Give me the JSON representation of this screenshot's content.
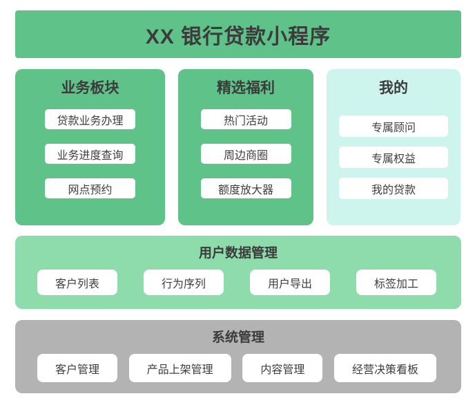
{
  "header": {
    "title": "XX 银行贷款小程序"
  },
  "columns": [
    {
      "title": "业务板块",
      "items": [
        "贷款业务办理",
        "业务进度查询",
        "网点预约"
      ]
    },
    {
      "title": "精选福利",
      "items": [
        "热门活动",
        "周边商圈",
        "额度放大器"
      ]
    },
    {
      "title": "我的",
      "items": [
        "专属顾问",
        "专属权益",
        "我的贷款"
      ]
    }
  ],
  "bands": [
    {
      "title": "用户数据管理",
      "items": [
        "客户列表",
        "行为序列",
        "用户导出",
        "标签加工"
      ]
    },
    {
      "title": "系统管理",
      "items": [
        "客户管理",
        "产品上架管理",
        "内容管理",
        "经营决策看板"
      ]
    }
  ],
  "colors": {
    "header_green": "#5FC389",
    "section_green": "#5FC389",
    "mine_cyan": "#CDF5EE",
    "user_data_green": "#8EDCAB",
    "system_gray": "#B3B3B3",
    "card_white": "#FFFFFF",
    "text": "#3C3C3C"
  }
}
